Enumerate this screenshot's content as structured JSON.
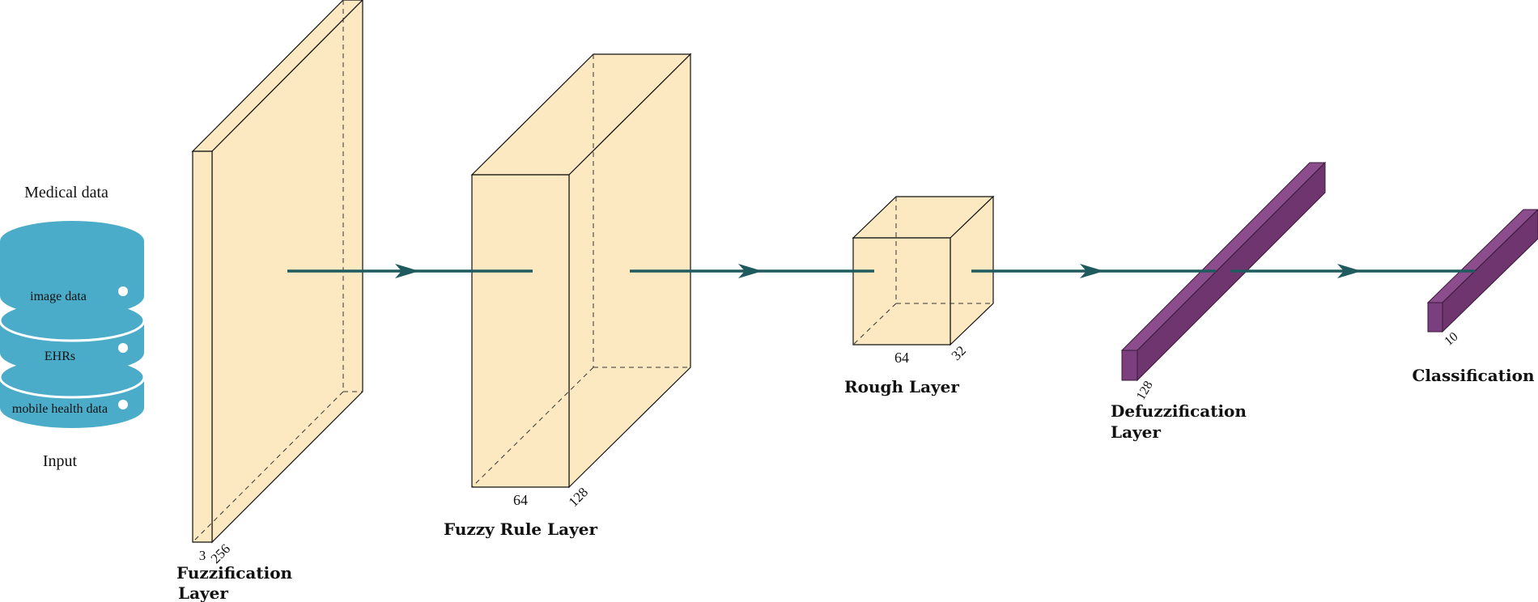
{
  "input": {
    "title": "Medical data",
    "caption": "Input",
    "items": [
      "image data",
      "EHRs",
      "mobile health data"
    ],
    "color": "#4aacc8"
  },
  "layers": {
    "fuzzification": {
      "label_line1": "Fuzzification",
      "label_line2": "Layer",
      "dim_a": "3",
      "dim_b": "256"
    },
    "fuzzy_rule": {
      "label": "Fuzzy Rule Layer",
      "dim_a": "64",
      "dim_b": "128"
    },
    "rough": {
      "label": "Rough Layer",
      "dim_a": "64",
      "dim_b": "32"
    },
    "defuzzification": {
      "label_line1": "Defuzzification",
      "label_line2": "Layer",
      "dim_b": "128"
    },
    "classification": {
      "label": "Classification",
      "dim_b": "10"
    }
  },
  "colors": {
    "layer_fill": "#fde9c1",
    "dense_fill": "#7b3f7f",
    "arrow": "#1f5a5e"
  }
}
